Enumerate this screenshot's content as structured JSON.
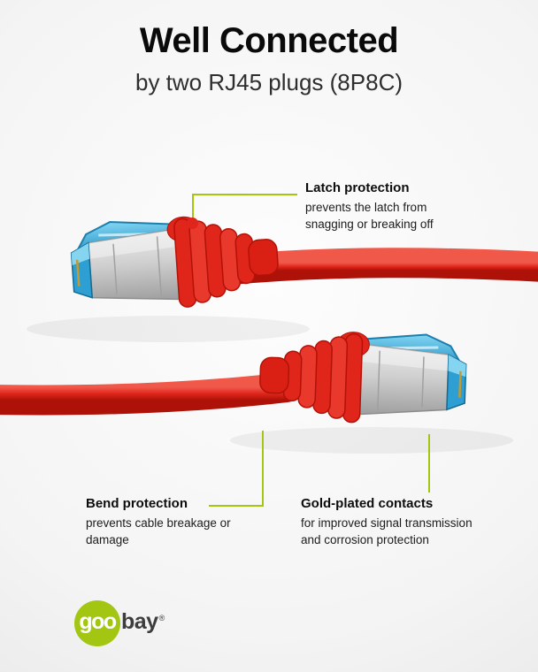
{
  "title": "Well Connected",
  "subtitle": "by two RJ45 plugs (8P8C)",
  "callouts": {
    "latch": {
      "heading": "Latch protection",
      "description": "prevents the latch from snagging or breaking off"
    },
    "bend": {
      "heading": "Bend protection",
      "description": "prevents cable breakage or damage"
    },
    "gold": {
      "heading": "Gold-plated contacts",
      "description": "for improved signal transmission and corrosion protection"
    }
  },
  "logo": {
    "circle_text": "goo",
    "suffix_text": "bay",
    "registered_mark": "®"
  },
  "colors": {
    "accent_green": "#a3c613",
    "cable_red": "#e0251b",
    "latch_blue": "#41b1e2"
  }
}
